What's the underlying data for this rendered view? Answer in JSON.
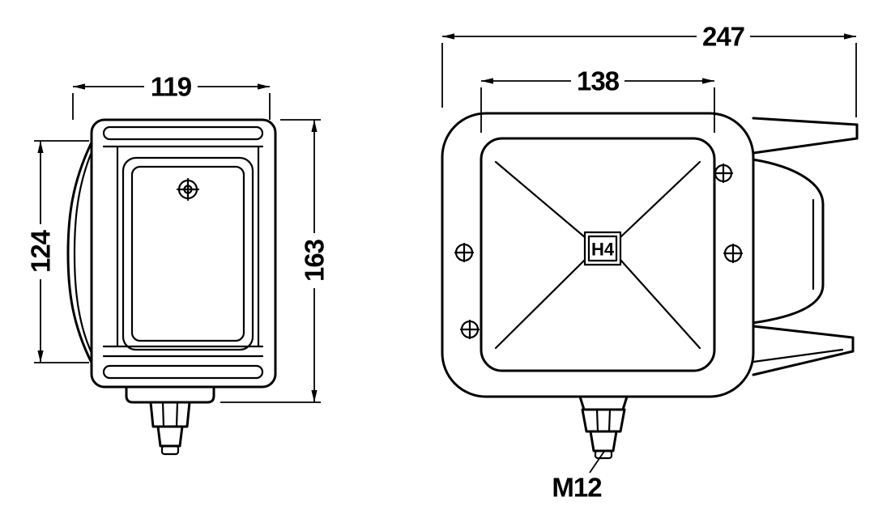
{
  "drawing": {
    "colors": {
      "line": "#000000",
      "background": "#ffffff"
    },
    "side_view": {
      "dim_depth": "119",
      "dim_lens_height": "124",
      "dim_total_height": "163"
    },
    "front_view": {
      "dim_total_width": "247",
      "dim_lens_width": "138",
      "bulb_label": "H4",
      "thread_label": "M12"
    }
  }
}
